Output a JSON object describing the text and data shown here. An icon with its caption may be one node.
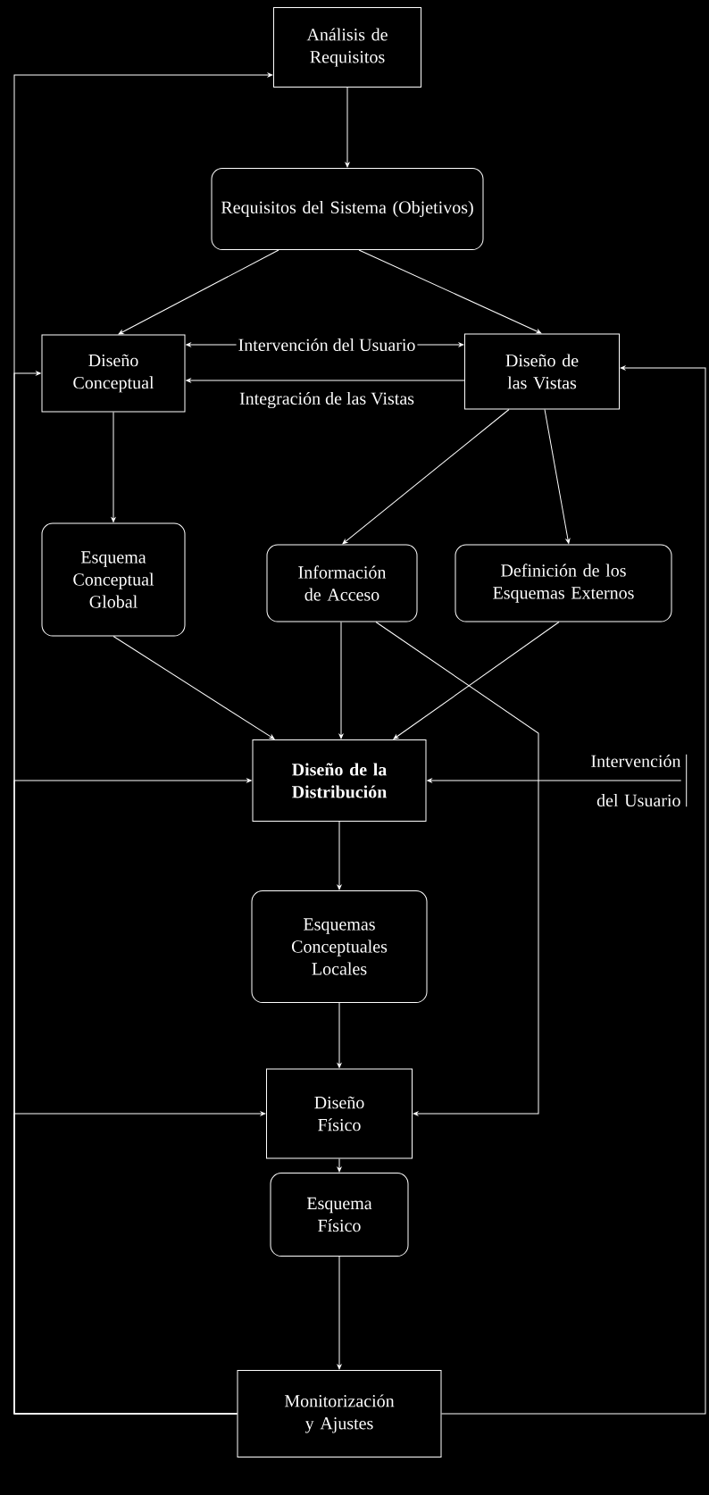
{
  "diagram": {
    "nodes": [
      {
        "text": [
          "Análisis de Requisitos"
        ]
      },
      {
        "text": [
          "Requisitos del Sistema (Objetivos)"
        ]
      },
      {
        "text": [
          "Diseño Conceptual"
        ]
      },
      {
        "text": [
          "Diseño de las Vistas"
        ]
      },
      {
        "text": [
          "Esquema Conceptual Global"
        ]
      },
      {
        "text": [
          "Información de Acceso"
        ]
      },
      {
        "text": [
          "Definición de los Esquemas Externos"
        ]
      },
      {
        "text": [
          "Diseño de la Distribución"
        ]
      },
      {
        "text": [
          "Esquemas Conceptuales Locales"
        ]
      },
      {
        "text": [
          "Diseño Físico"
        ]
      },
      {
        "text": [
          "Esquema Físico"
        ]
      },
      {
        "text": [
          "Monitorización y Ajustes"
        ]
      },
      {
        "text": [
          "Intervención del Usuario"
        ]
      }
    ],
    "edges": [
      {
        "from": 0,
        "to": 1,
        "arrow": "to"
      },
      {
        "from": 1,
        "to": 2,
        "arrow": "to"
      },
      {
        "from": 1,
        "to": 3,
        "arrow": "to"
      },
      {
        "from": 2,
        "to": 3,
        "arrow": "both",
        "label": "Intervención del Usuario"
      },
      {
        "from": 3,
        "to": 2,
        "arrow": "to",
        "label": "Integración de las Vistas"
      },
      {
        "from": 2,
        "to": 4,
        "arrow": "to"
      },
      {
        "from": 3,
        "to": 5,
        "arrow": "to"
      },
      {
        "from": 3,
        "to": 6,
        "arrow": "to"
      },
      {
        "from": 4,
        "to": 7,
        "arrow": "to"
      },
      {
        "from": 5,
        "to": 7,
        "arrow": "to"
      },
      {
        "from": 6,
        "to": 7,
        "arrow": "to"
      },
      {
        "from": 12,
        "to": 7,
        "arrow": "to"
      },
      {
        "from": 5,
        "to": 9,
        "arrow": "to"
      },
      {
        "from": 7,
        "to": 8,
        "arrow": "to"
      },
      {
        "from": 8,
        "to": 9,
        "arrow": "to"
      },
      {
        "from": 9,
        "to": 10,
        "arrow": "to"
      },
      {
        "from": 10,
        "to": 11,
        "arrow": "to"
      },
      {
        "from": 11,
        "to": 0,
        "arrow": "to"
      },
      {
        "from": 11,
        "to": 2,
        "arrow": "to"
      },
      {
        "from": 11,
        "to": 7,
        "arrow": "to"
      },
      {
        "from": 11,
        "to": 9,
        "arrow": "to"
      },
      {
        "from": 11,
        "to": 3,
        "arrow": "to"
      }
    ]
  }
}
